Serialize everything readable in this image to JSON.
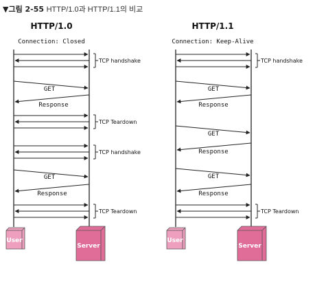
{
  "figure": {
    "number": "▼그림 2-55",
    "title": "HTTP/1.0과 HTTP/1.1의 비교"
  },
  "colors": {
    "user_box": "#ee9fbd",
    "server_box": "#e06c98",
    "line": "#222222"
  },
  "left_panel": {
    "title": "HTTP/1.0",
    "subtitle": "Connection: Closed",
    "labels": {
      "handshake_1": "TCP handshake",
      "get_1": "GET",
      "response_1": "Response",
      "teardown_1": "TCP Teardown",
      "handshake_2": "TCP handshake",
      "get_2": "GET",
      "response_2": "Response",
      "teardown_2": "TCP Teardown"
    },
    "user": "User",
    "server": "Server"
  },
  "right_panel": {
    "title": "HTTP/1.1",
    "subtitle": "Connection: Keep-Alive",
    "labels": {
      "handshake": "TCP handshake",
      "get_1": "GET",
      "response_1": "Response",
      "get_2": "GET",
      "response_2": "Response",
      "get_3": "GET",
      "response_3": "Response",
      "teardown": "TCP Teardown"
    },
    "user": "User",
    "server": "Server"
  }
}
